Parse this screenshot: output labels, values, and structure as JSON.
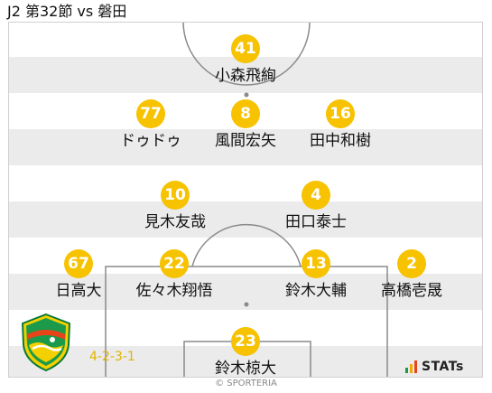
{
  "header": {
    "title": "J2 第32節 vs 磐田"
  },
  "formation_label": "4-2-3-1",
  "colors": {
    "badge": "#f7c200",
    "formation": "#e0b400",
    "stripe": "#ebebeb"
  },
  "players": [
    {
      "number": "41",
      "name": "小森飛絢"
    },
    {
      "number": "77",
      "name": "ドゥドゥ"
    },
    {
      "number": "8",
      "name": "風間宏矢"
    },
    {
      "number": "16",
      "name": "田中和樹"
    },
    {
      "number": "10",
      "name": "見木友哉"
    },
    {
      "number": "4",
      "name": "田口泰士"
    },
    {
      "number": "67",
      "name": "日高大"
    },
    {
      "number": "22",
      "name": "佐々木翔悟"
    },
    {
      "number": "13",
      "name": "鈴木大輔"
    },
    {
      "number": "2",
      "name": "高橋壱晟"
    },
    {
      "number": "23",
      "name": "鈴木椋大"
    }
  ],
  "branding": {
    "stats_label": "STATs",
    "copyright": "© SPORTERIA"
  },
  "team_crest": {
    "icon": "team-crest-icon"
  }
}
